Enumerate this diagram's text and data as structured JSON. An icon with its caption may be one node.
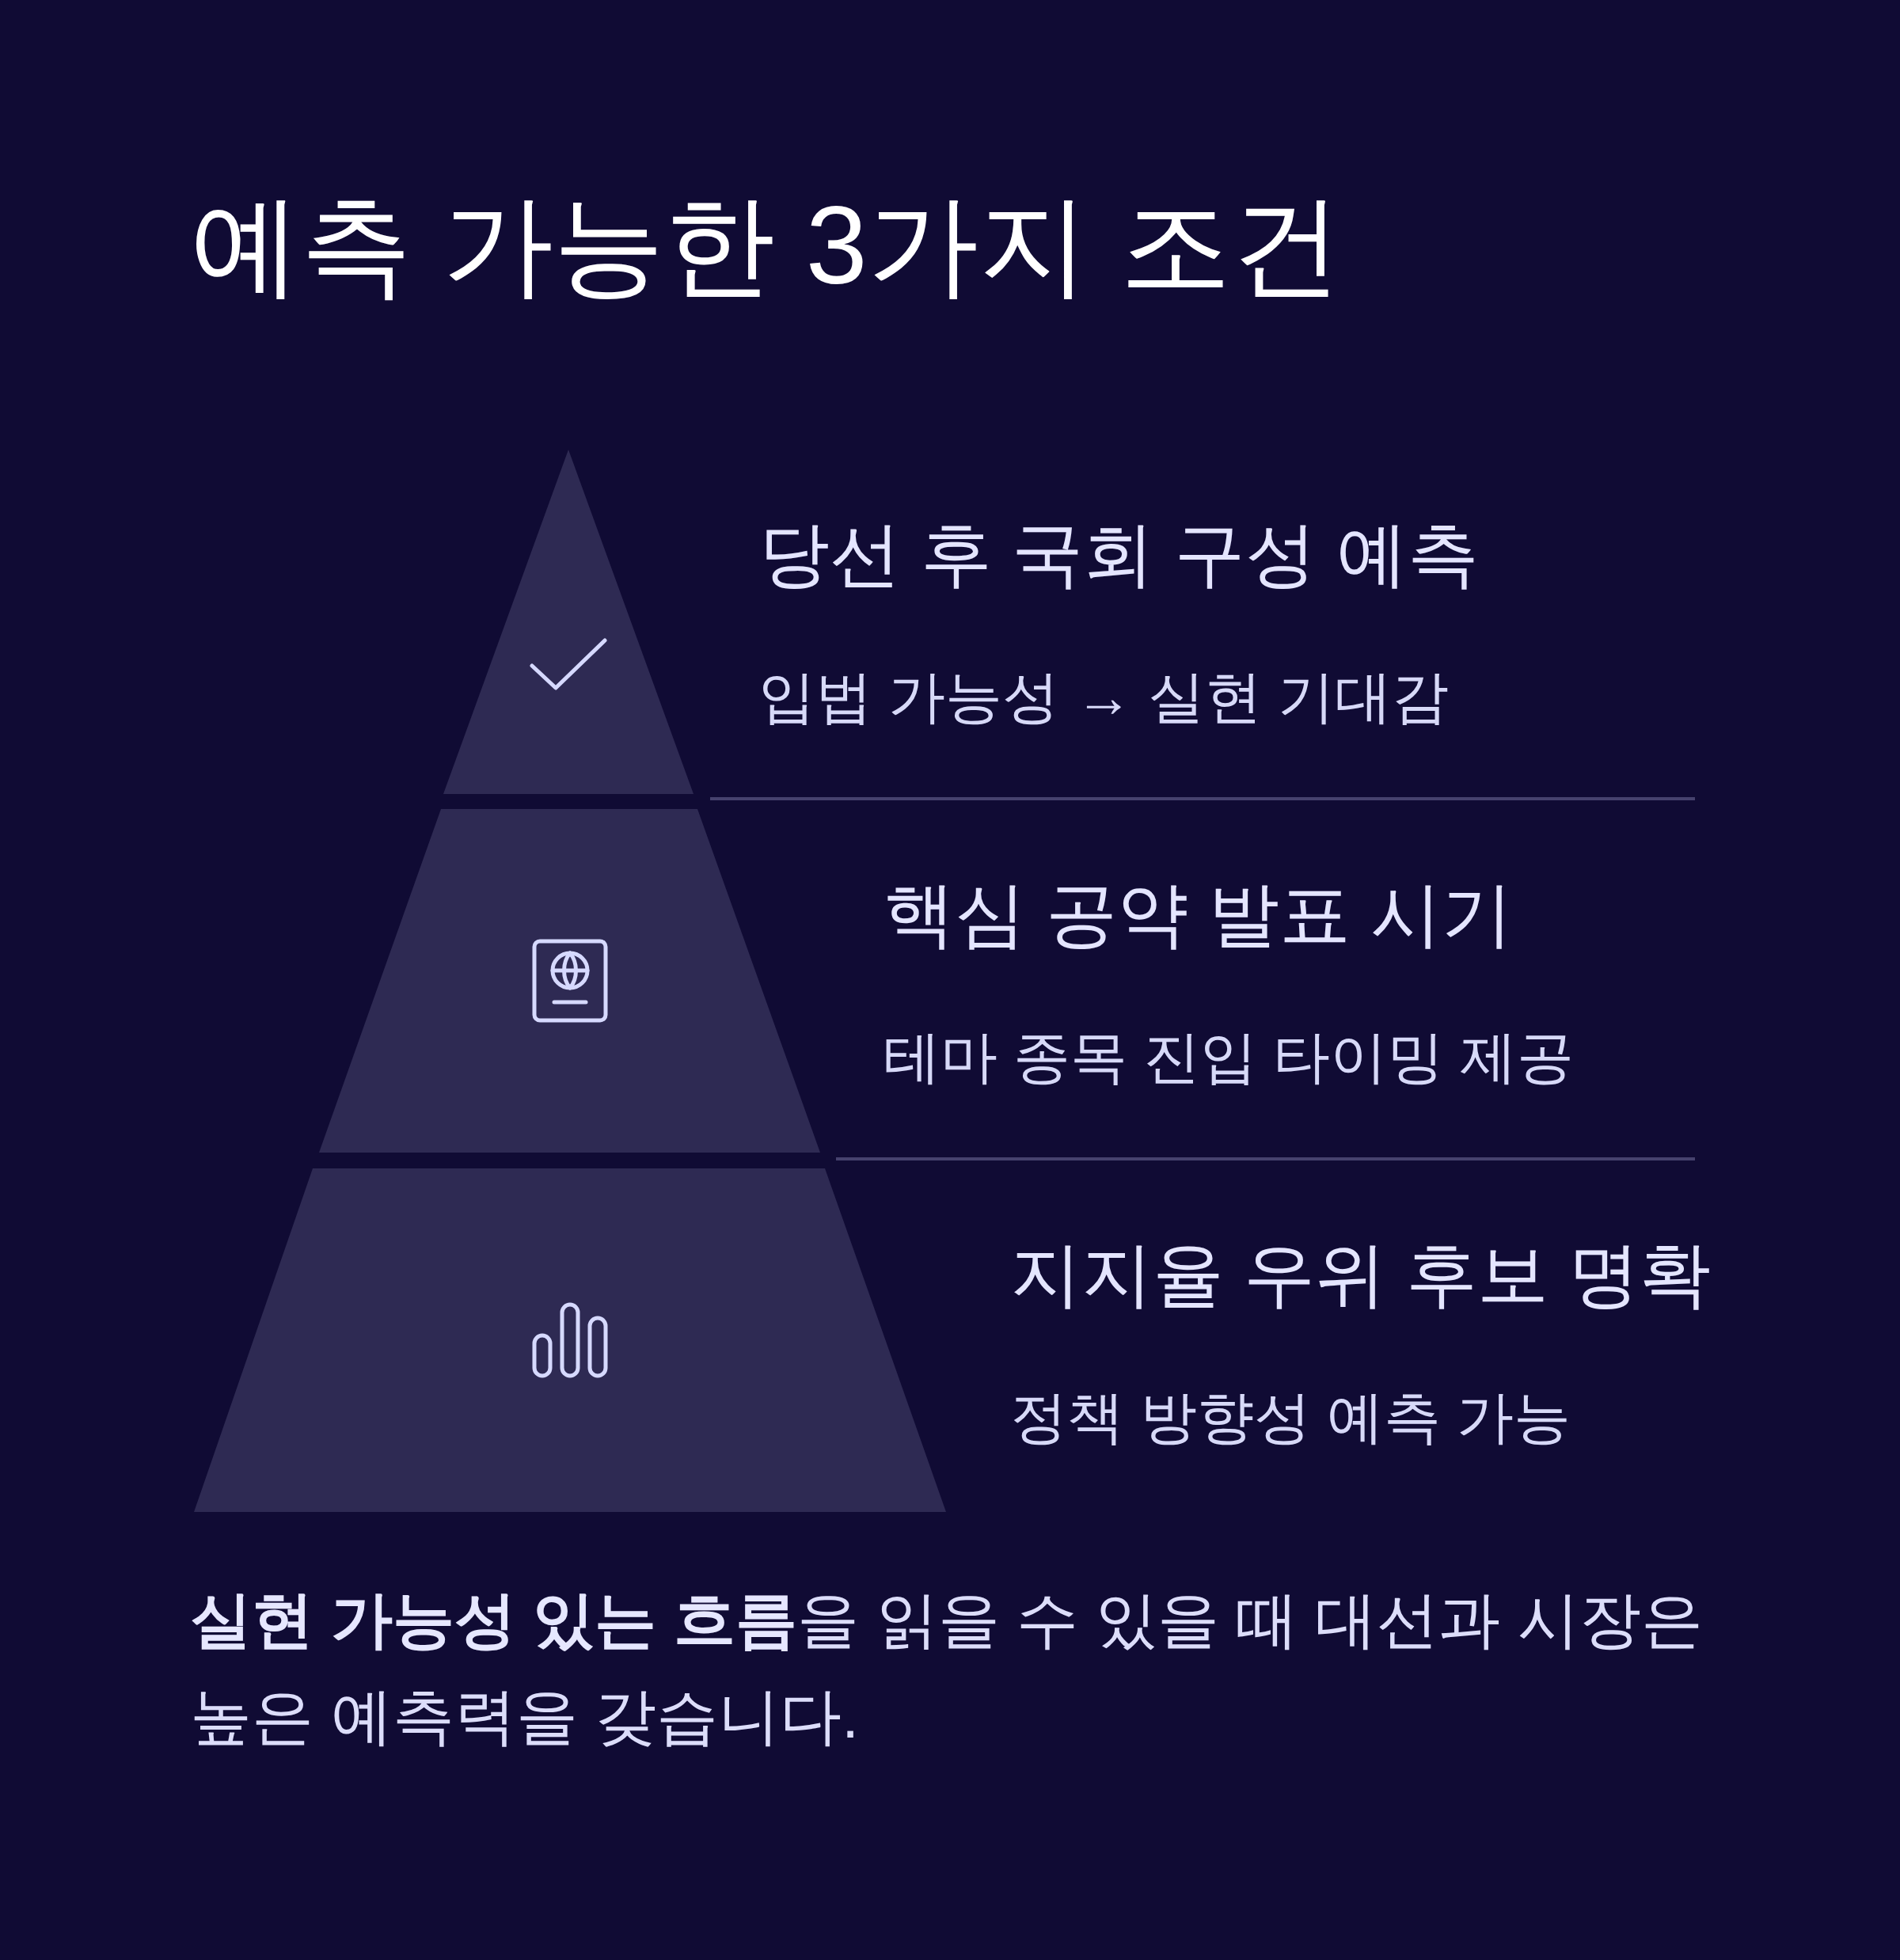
{
  "diagram": {
    "title": "예측 가능한 3가지 조건",
    "nodes": [
      {
        "text": [],
        "shape": "triangle",
        "beside": [
          "당선 후 국회 구성 예측",
          "입법 가능성 → 실현 기대감"
        ]
      },
      {
        "text": [],
        "shape": "trapezoid",
        "beside": [
          "핵심 공약 발표 시기",
          "테마 종목 진입 타이밍 제공"
        ]
      },
      {
        "text": [],
        "shape": "trapezoid",
        "beside": [
          "지지율 우위 후보 명확",
          "정책 방향성 예측 가능"
        ]
      }
    ],
    "caption": "**실현 가능성 있는 흐름**을 읽을 수 있을 때 대선과 시장은 높은 예측력을 갖습니다."
  }
}
